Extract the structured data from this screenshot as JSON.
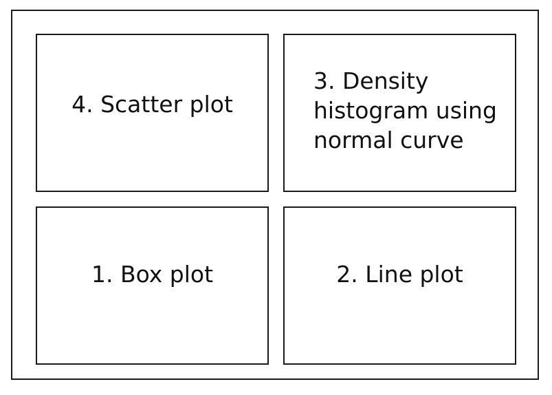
{
  "panels": {
    "top_left": "4. Scatter plot",
    "top_right": "3. Density\nhistogram using\nnormal curve",
    "bottom_left": "1. Box plot",
    "bottom_right": "2. Line plot"
  }
}
